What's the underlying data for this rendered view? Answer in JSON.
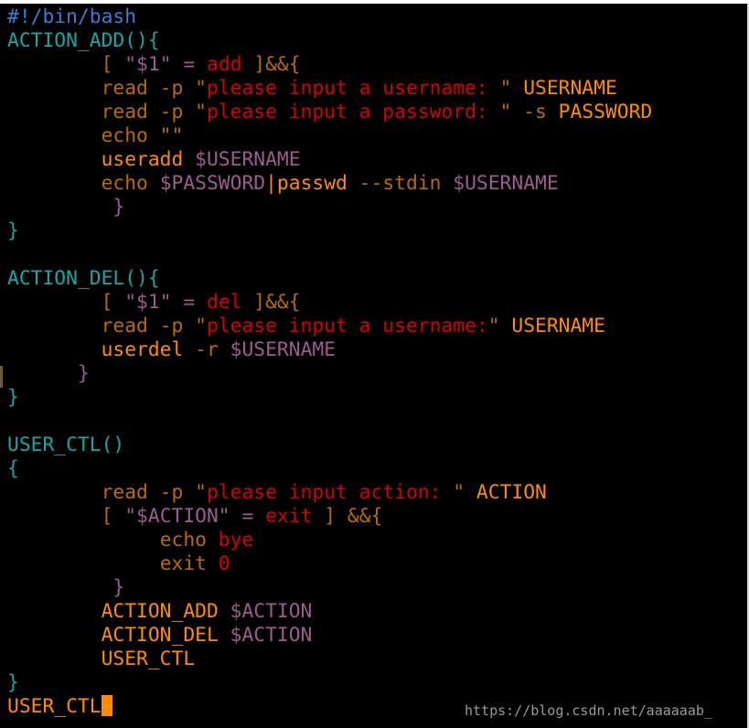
{
  "colors": {
    "background": "#000000",
    "comment_blue": "#3d7bd6",
    "function_teal": "#1aa6a6",
    "keyword_orange": "#ff8c00",
    "string_red": "#d70000",
    "variable_mauve": "#9c5d8e",
    "bracket_brown": "#b86b06",
    "cursor": "#ff8c00"
  },
  "watermark": "https://blog.csdn.net/aaaaaab_",
  "code_lines": [
    [
      [
        "#!/bin/bash",
        "comment_blue"
      ]
    ],
    [
      [
        "ACTION_ADD(){",
        "function_teal"
      ]
    ],
    [
      [
        "        ",
        null
      ],
      [
        "[ ",
        "bracket_brown"
      ],
      [
        "\"$1\" = ",
        "variable_mauve"
      ],
      [
        "add",
        "string_red"
      ],
      [
        " ]&&{",
        "bracket_brown"
      ]
    ],
    [
      [
        "        ",
        null
      ],
      [
        "read -p \"",
        "bracket_brown"
      ],
      [
        "please input a username: ",
        "string_red"
      ],
      [
        "\" ",
        "bracket_brown"
      ],
      [
        "USERNAME",
        "keyword_orange"
      ]
    ],
    [
      [
        "        ",
        null
      ],
      [
        "read -p \"",
        "bracket_brown"
      ],
      [
        "please input a password: ",
        "string_red"
      ],
      [
        "\" -s ",
        "bracket_brown"
      ],
      [
        "PASSWORD",
        "keyword_orange"
      ]
    ],
    [
      [
        "        ",
        null
      ],
      [
        "echo \"\"",
        "bracket_brown"
      ]
    ],
    [
      [
        "        ",
        null
      ],
      [
        "useradd ",
        "keyword_orange"
      ],
      [
        "$USERNAME",
        "variable_mauve"
      ]
    ],
    [
      [
        "        ",
        null
      ],
      [
        "echo ",
        "bracket_brown"
      ],
      [
        "$PASSWORD",
        "variable_mauve"
      ],
      [
        "|",
        "keyword_orange"
      ],
      [
        "passwd",
        "keyword_orange"
      ],
      [
        " --stdin ",
        "bracket_brown"
      ],
      [
        "$USERNAME",
        "variable_mauve"
      ]
    ],
    [
      [
        "         ",
        null
      ],
      [
        "}",
        "variable_mauve"
      ]
    ],
    [
      [
        "}",
        "function_teal"
      ]
    ],
    [],
    [
      [
        "ACTION_DEL(){",
        "function_teal"
      ]
    ],
    [
      [
        "        ",
        null
      ],
      [
        "[ ",
        "bracket_brown"
      ],
      [
        "\"$1\" = ",
        "variable_mauve"
      ],
      [
        "del",
        "string_red"
      ],
      [
        " ]&&{",
        "bracket_brown"
      ]
    ],
    [
      [
        "        ",
        null
      ],
      [
        "read -p \"",
        "bracket_brown"
      ],
      [
        "please input a username:",
        "string_red"
      ],
      [
        "\" ",
        "bracket_brown"
      ],
      [
        "USERNAME",
        "keyword_orange"
      ]
    ],
    [
      [
        "        ",
        null
      ],
      [
        "userdel",
        "keyword_orange"
      ],
      [
        " -r ",
        "bracket_brown"
      ],
      [
        "$USERNAME",
        "variable_mauve"
      ]
    ],
    [
      [
        "      ",
        null
      ],
      [
        "}",
        "variable_mauve"
      ]
    ],
    [
      [
        "}",
        "function_teal"
      ]
    ],
    [],
    [
      [
        "USER_CTL()",
        "function_teal"
      ]
    ],
    [
      [
        "{",
        "function_teal"
      ]
    ],
    [
      [
        "        ",
        null
      ],
      [
        "read -p \"",
        "bracket_brown"
      ],
      [
        "please input action: ",
        "string_red"
      ],
      [
        "\" ",
        "bracket_brown"
      ],
      [
        "ACTION",
        "keyword_orange"
      ]
    ],
    [
      [
        "        ",
        null
      ],
      [
        "[ ",
        "bracket_brown"
      ],
      [
        "\"$ACTION\" = ",
        "variable_mauve"
      ],
      [
        "exit",
        "string_red"
      ],
      [
        " ] &&{",
        "bracket_brown"
      ]
    ],
    [
      [
        "             ",
        null
      ],
      [
        "echo ",
        "bracket_brown"
      ],
      [
        "bye",
        "string_red"
      ]
    ],
    [
      [
        "             ",
        null
      ],
      [
        "exit ",
        "bracket_brown"
      ],
      [
        "0",
        "string_red"
      ]
    ],
    [
      [
        "         ",
        null
      ],
      [
        "}",
        "variable_mauve"
      ]
    ],
    [
      [
        "        ",
        null
      ],
      [
        "ACTION_ADD ",
        "keyword_orange"
      ],
      [
        "$ACTION",
        "variable_mauve"
      ]
    ],
    [
      [
        "        ",
        null
      ],
      [
        "ACTION_DEL ",
        "keyword_orange"
      ],
      [
        "$ACTION",
        "variable_mauve"
      ]
    ],
    [
      [
        "        ",
        null
      ],
      [
        "USER_CTL",
        "keyword_orange"
      ]
    ],
    [
      [
        "}",
        "function_teal"
      ]
    ],
    [
      [
        "USER_CTL",
        "keyword_orange"
      ]
    ]
  ]
}
